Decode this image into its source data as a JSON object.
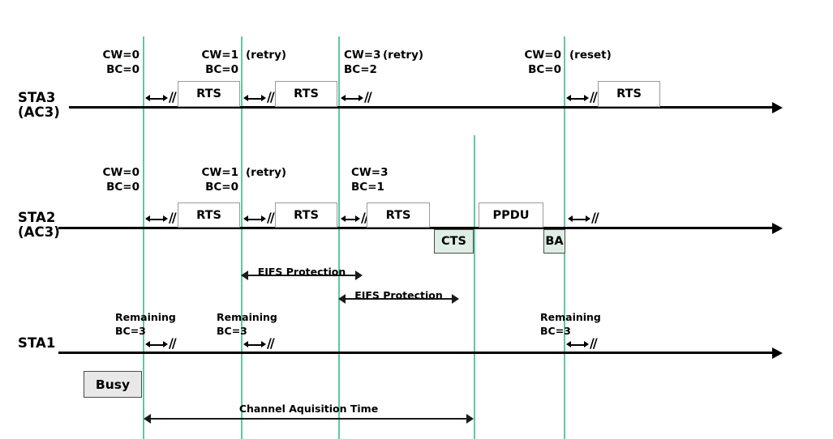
{
  "diagram": {
    "title": "802.11 EDCA backoff and channel acquisition timing diagram",
    "accent_green": "#5fc9a0",
    "frame_fill_white": "#ffffff",
    "frame_fill_teal": "#dfeee5",
    "frame_fill_gray": "#e8e8e8",
    "line_color": "#000000"
  },
  "stations": [
    {
      "id": "sta3",
      "name": "STA3",
      "access_category": "(AC3)"
    },
    {
      "id": "sta2",
      "name": "STA2",
      "access_category": "(AC3)"
    },
    {
      "id": "sta1",
      "name": "STA1",
      "access_category": ""
    }
  ],
  "sta3": {
    "annotations": [
      {
        "cw": "CW=0",
        "bc": "BC=0",
        "note": ""
      },
      {
        "cw": "CW=1",
        "bc": "BC=0",
        "note": "(retry)"
      },
      {
        "cw": "CW=3",
        "bc": "BC=2",
        "note": "(retry)"
      },
      {
        "cw": "CW=0",
        "bc": "BC=0",
        "note": "(reset)"
      }
    ],
    "frames": [
      {
        "label": "RTS"
      },
      {
        "label": "RTS"
      },
      {
        "label": "RTS"
      }
    ]
  },
  "sta2": {
    "annotations": [
      {
        "cw": "CW=0",
        "bc": "BC=0",
        "note": ""
      },
      {
        "cw": "CW=1",
        "bc": "BC=0",
        "note": "(retry)"
      },
      {
        "cw": "CW=3",
        "bc": "BC=1",
        "note": ""
      }
    ],
    "frames_above": [
      {
        "label": "RTS"
      },
      {
        "label": "RTS"
      },
      {
        "label": "RTS"
      },
      {
        "label": "PPDU"
      }
    ],
    "frames_below": [
      {
        "label": "CTS"
      },
      {
        "label": "BA"
      }
    ]
  },
  "sta1": {
    "remaining_notes": [
      {
        "line1": "Remaining",
        "line2": "BC=3"
      },
      {
        "line1": "Remaining",
        "line2": "BC=3"
      },
      {
        "line1": "Remaining",
        "line2": "BC=3"
      }
    ],
    "busy_label": "Busy"
  },
  "measures": {
    "eifs_1": "EIFS Protection",
    "eifs_2": "EIFS Protection",
    "channel_acquisition": "Channel Aquisition Time"
  },
  "gap_marker": {
    "slashes": "//"
  }
}
